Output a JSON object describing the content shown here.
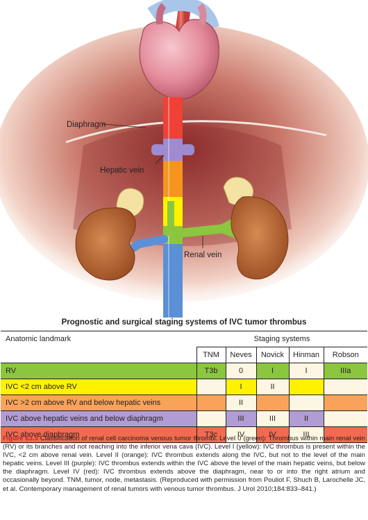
{
  "figure": {
    "labels": {
      "diaphragm": "Diaphragm",
      "hepatic_vein": "Hepatic vein",
      "renal_vein": "Renal vein"
    },
    "colors": {
      "level_0_green": "#8cc63f",
      "level_1_yellow": "#fff200",
      "level_2_orange": "#f7941d",
      "level_3_purple": "#9e8bd0",
      "level_4_red": "#ef4136",
      "ivc_blue": "#5b8fd6"
    }
  },
  "table": {
    "title": "Prognostic and surgical staging systems of IVC tumor thrombus",
    "header_landmark": "Anatomic landmark",
    "header_group": "Staging systems",
    "columns": [
      "TNM",
      "Neves",
      "Novick",
      "Hinman",
      "Robson"
    ],
    "rows": [
      {
        "landmark": "RV",
        "tnm": "T3b",
        "neves": "0",
        "novick": "I",
        "hinman": "I",
        "robson": "IIIa"
      },
      {
        "landmark": "IVC <2 cm above RV",
        "tnm": "",
        "neves": "I",
        "novick": "II",
        "hinman": "",
        "robson": ""
      },
      {
        "landmark": "IVC >2 cm above RV and below hepatic veins",
        "tnm": "",
        "neves": "II",
        "novick": "",
        "hinman": "",
        "robson": ""
      },
      {
        "landmark": "IVC above hepatic veins and below diaphragm",
        "tnm": "",
        "neves": "III",
        "novick": "III",
        "hinman": "II",
        "robson": ""
      },
      {
        "landmark": "IVC above diaphragm",
        "tnm": "T3c",
        "neves": "IV",
        "novick": "IV",
        "hinman": "III",
        "robson": ""
      }
    ]
  },
  "caption": {
    "figure_number": "Figure 63.5",
    "text": "Classification of renal cell carcinoma venous tumor thrombi. Level 0 (green): Thrombus within main renal vein (RV) or its branches and not reaching into the inferior vena cava (IVC). Level I (yellow): IVC thrombus is present within the IVC, <2 cm above renal vein. Level II (orange): IVC thrombus extends along the IVC, but not to the level of the main hepatic veins. Level III (purple): IVC thrombus extends within the IVC above the level of the main hepatic veins, but below the diaphragm. Level IV (red): IVC thrombus extends above the diaphragm, near to or into the right atrium and occasionally beyond. TNM, tumor, node, metastasis. (Reproduced with permission from Pouliot F, Shuch B, Larochelle JC, et al. Contemporary management of renal tumors with venous tumor thrombus. J Urol 2010;184:833–841.)"
  }
}
